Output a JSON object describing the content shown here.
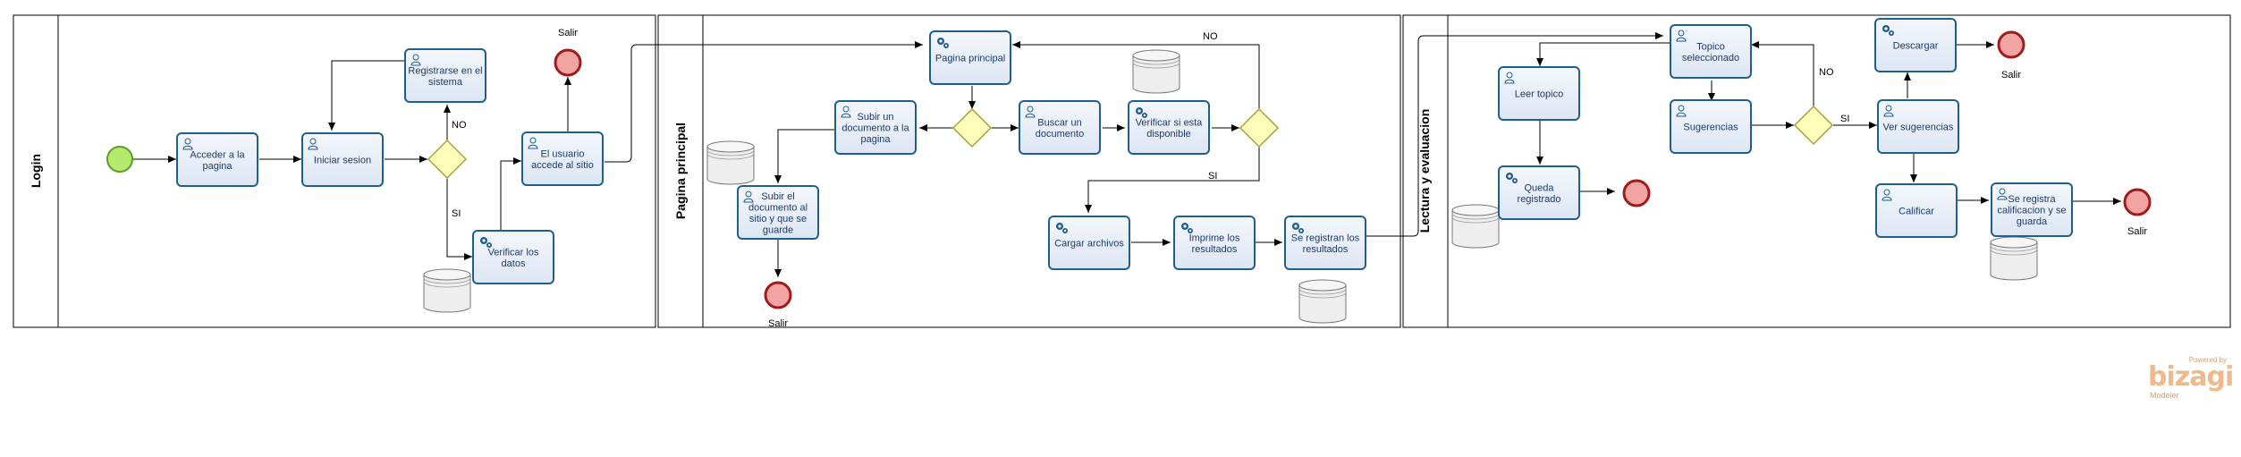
{
  "pools": [
    {
      "id": "login",
      "title": "Login"
    },
    {
      "id": "pagina",
      "title": "Pagina principal"
    },
    {
      "id": "lectura",
      "title": "Lectura y evaluacion"
    }
  ],
  "tasks": {
    "acceder": [
      "Acceder a la",
      "pagina"
    ],
    "iniciar": [
      "Iniciar sesion"
    ],
    "registrarse": [
      "Registrarse en el",
      "sistema"
    ],
    "usuario_accede": [
      "El usuario",
      "accede al sitio"
    ],
    "verificar_datos": [
      "Verificar los",
      "datos"
    ],
    "pagina_principal": [
      "Pagina principal"
    ],
    "subir_doc": [
      "Subir un",
      "documento a la",
      "pagina"
    ],
    "subir_guarde": [
      "Subir el",
      "documento al",
      "sitio y que se",
      "guarde"
    ],
    "buscar": [
      "Buscar un",
      "documento"
    ],
    "verificar_disp": [
      "Verificar si esta",
      "disponible"
    ],
    "cargar": [
      "Cargar archivos"
    ],
    "imprime": [
      "Imprime los",
      "resultados"
    ],
    "registran": [
      "Se registran los",
      "resultados"
    ],
    "topico_sel": [
      "Topico",
      "seleccionado"
    ],
    "leer": [
      "Leer topico"
    ],
    "sugerencias": [
      "Sugerencias"
    ],
    "queda": [
      "Queda",
      "registrado"
    ],
    "descargar": [
      "Descargar"
    ],
    "ver_sug": [
      "Ver sugerencias"
    ],
    "calificar": [
      "Calificar"
    ],
    "registra_calif": [
      "Se registra",
      "calificacion y se",
      "guarda"
    ]
  },
  "labels": {
    "salir": "Salir",
    "no": "NO",
    "si": "SI"
  },
  "branding": {
    "powered": "Powered by",
    "logo": "bizagi",
    "product": "Modeler"
  },
  "colors": {
    "task_fill": "#e6edf8",
    "task_stroke": "#1f5f8f",
    "gateway_fill": "#fdfcb8",
    "gateway_stroke": "#a5a23a",
    "start_fill": "#b5ea6c",
    "start_stroke": "#5c9c2a",
    "end_fill": "#f2a3a3",
    "end_stroke": "#a11b1b",
    "pool_stroke": "#000000",
    "store_fill": "#eeeeee"
  }
}
